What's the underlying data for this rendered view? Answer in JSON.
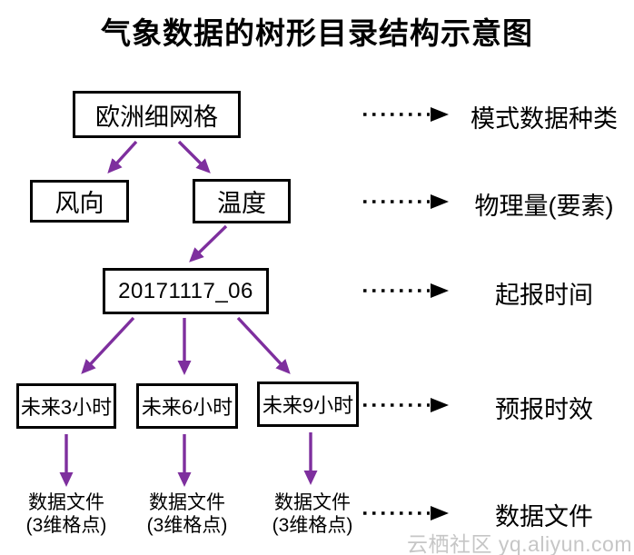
{
  "title": "气象数据的树形目录结构示意图",
  "nodes": {
    "root": "欧洲细网格",
    "wind": "风向",
    "temp": "温度",
    "time": "20171117_06",
    "h3": "未来3小时",
    "h6": "未来6小时",
    "h9": "未来9小时"
  },
  "files": {
    "line1": "数据文件",
    "line2": "(3维格点)"
  },
  "legend": {
    "items": [
      "模式数据种类",
      "物理量(要素)",
      "起报时间",
      "预报时效",
      "数据文件"
    ]
  },
  "watermark": "云栖社区 yq.aliyun.com",
  "colors": {
    "arrow": "#7E2F9E",
    "line": "#000000",
    "wm": "#C6C6C6"
  }
}
